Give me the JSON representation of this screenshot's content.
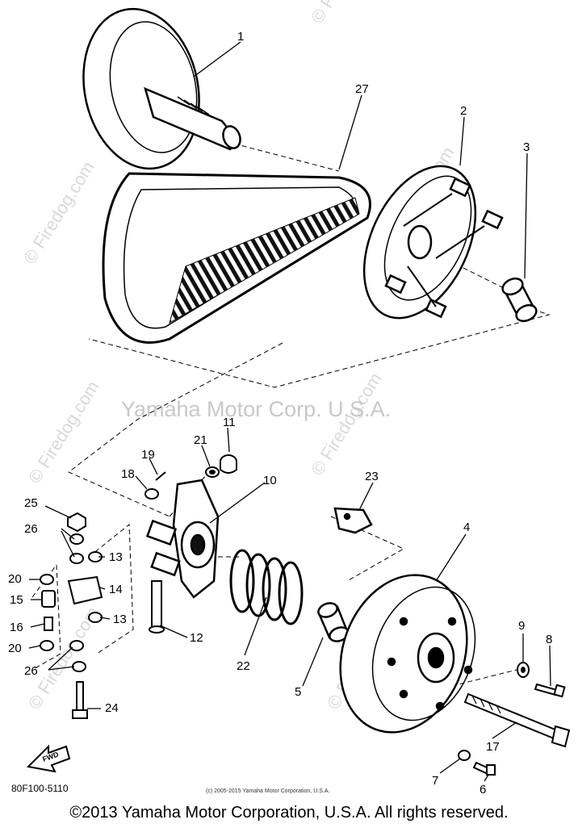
{
  "watermarks": {
    "firedog": "© Firedog.com",
    "corp": "Yamaha Motor Corp. U.S.A."
  },
  "callouts": [
    "1",
    "27",
    "2",
    "3",
    "11",
    "21",
    "19",
    "18",
    "10",
    "23",
    "25",
    "26",
    "13",
    "20",
    "14",
    "15",
    "16",
    "13",
    "20",
    "26",
    "12",
    "22",
    "4",
    "9",
    "8",
    "5",
    "24",
    "17",
    "7",
    "6"
  ],
  "arrow_label": "FWD",
  "diagram_code": "80F100-5110",
  "small_copyright": "(c) 2005-2015 Yamaha Motor Corporation, U.S.A.",
  "copyright": "©2013 Yamaha Motor Corporation, U.S.A. All rights reserved."
}
